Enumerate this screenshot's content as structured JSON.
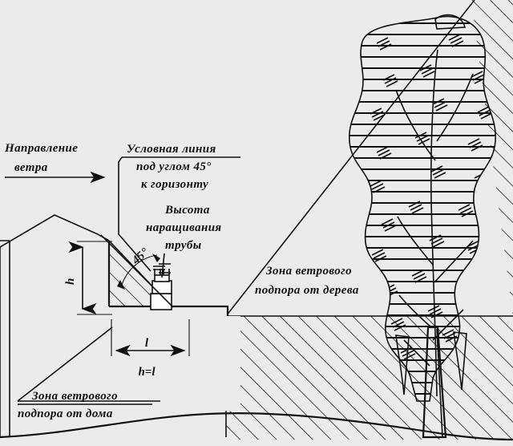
{
  "diagram": {
    "title_implicit": "Схема зоны ветрового подпора от дома и дерева",
    "background_color": "#ebebeb",
    "ink_color": "#111111"
  },
  "labels": {
    "wind_direction_line1": "Направление",
    "wind_direction_line2": "ветра",
    "conditional_line_1": "Условная линия",
    "conditional_line_2": "под углом 45°",
    "conditional_line_3": "к горизонту",
    "pipe_height_1": "Высота",
    "pipe_height_2": "наращивания",
    "pipe_height_3": "трубы",
    "angle_45": "45°",
    "tree_zone_1": "Зона ветрового",
    "tree_zone_2": "подпора от дерева",
    "house_zone_1": "Зона ветрового",
    "house_zone_2": "подпора от дома",
    "dim_height": "h",
    "dim_length": "l",
    "dim_relation": "h=l"
  },
  "icons": {
    "wind_arrow": "arrow-right-icon",
    "height_arrow": "double-arrow-vertical-icon",
    "length_arrow": "double-arrow-horizontal-icon",
    "angle_arc": "angle-arc-icon"
  }
}
